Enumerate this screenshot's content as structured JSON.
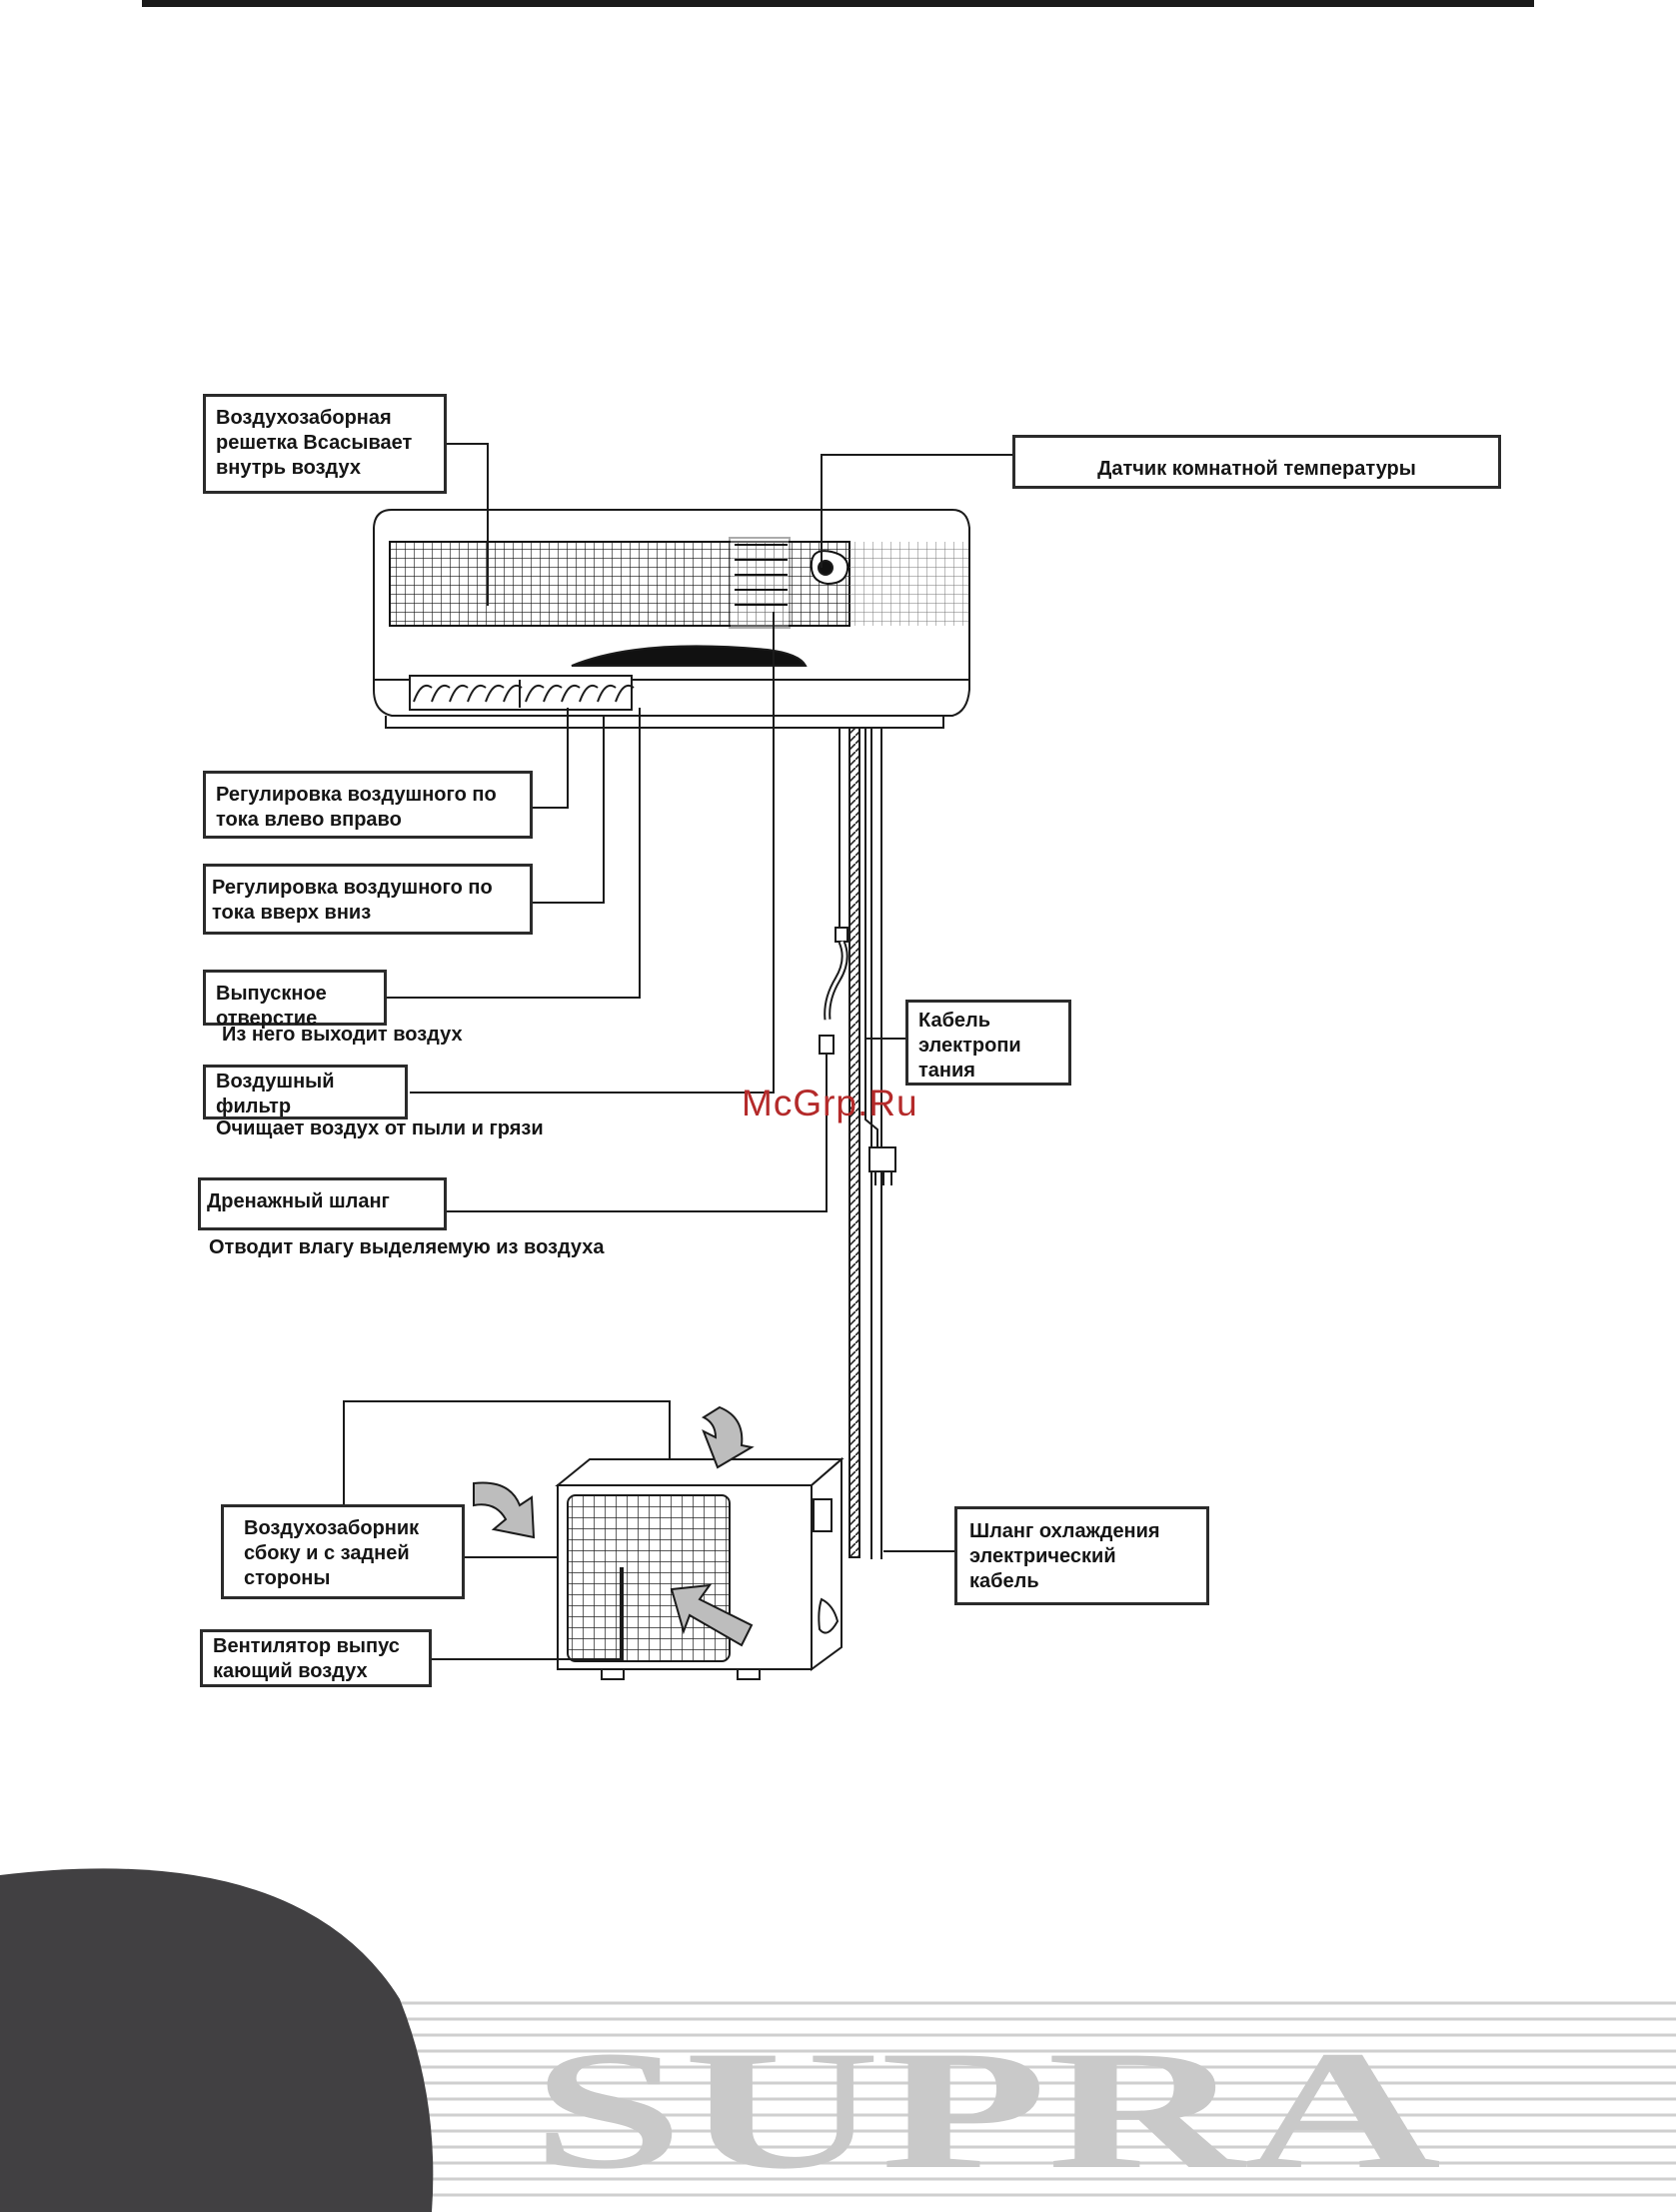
{
  "labels": {
    "intake_grille": "Воздухозаборная\nрешетка  Всасывает\nвнутрь воздух",
    "room_temp_sensor": "Датчик комнатной температуры",
    "airflow_left_right": "Регулировка воздушного по\nтока влево вправо",
    "airflow_up_down": "Регулировка воздушного по\nтока вверх вниз",
    "outlet_box": "Выпускное\nотверстие",
    "outlet_note": "Из него выходит воздух",
    "filter_box": "Воздушный\nфильтр",
    "filter_note": "Очищает воздух от пыли и грязи",
    "drain_box": "Дренажный шланг",
    "drain_note": "Отводит влагу  выделяемую из воздуха",
    "power_cable": "Кабель\nэлектропи\nтания",
    "outdoor_intake": "Воздухозаборник\nсбоку и с задней\nстороны",
    "outdoor_fan": "Вентилятор  выпус\nкающий воздух",
    "cooling_hose": "Шланг охлаждения\nэлектрический\nкабель"
  },
  "watermark": "McGrp.Ru",
  "brand_logo": "SUPRA",
  "colors": {
    "ink": "#1b1b1b",
    "corner_shape": "#414042",
    "logo_gray": "#c9c9c9",
    "watermark_red": "#b42a2a"
  }
}
